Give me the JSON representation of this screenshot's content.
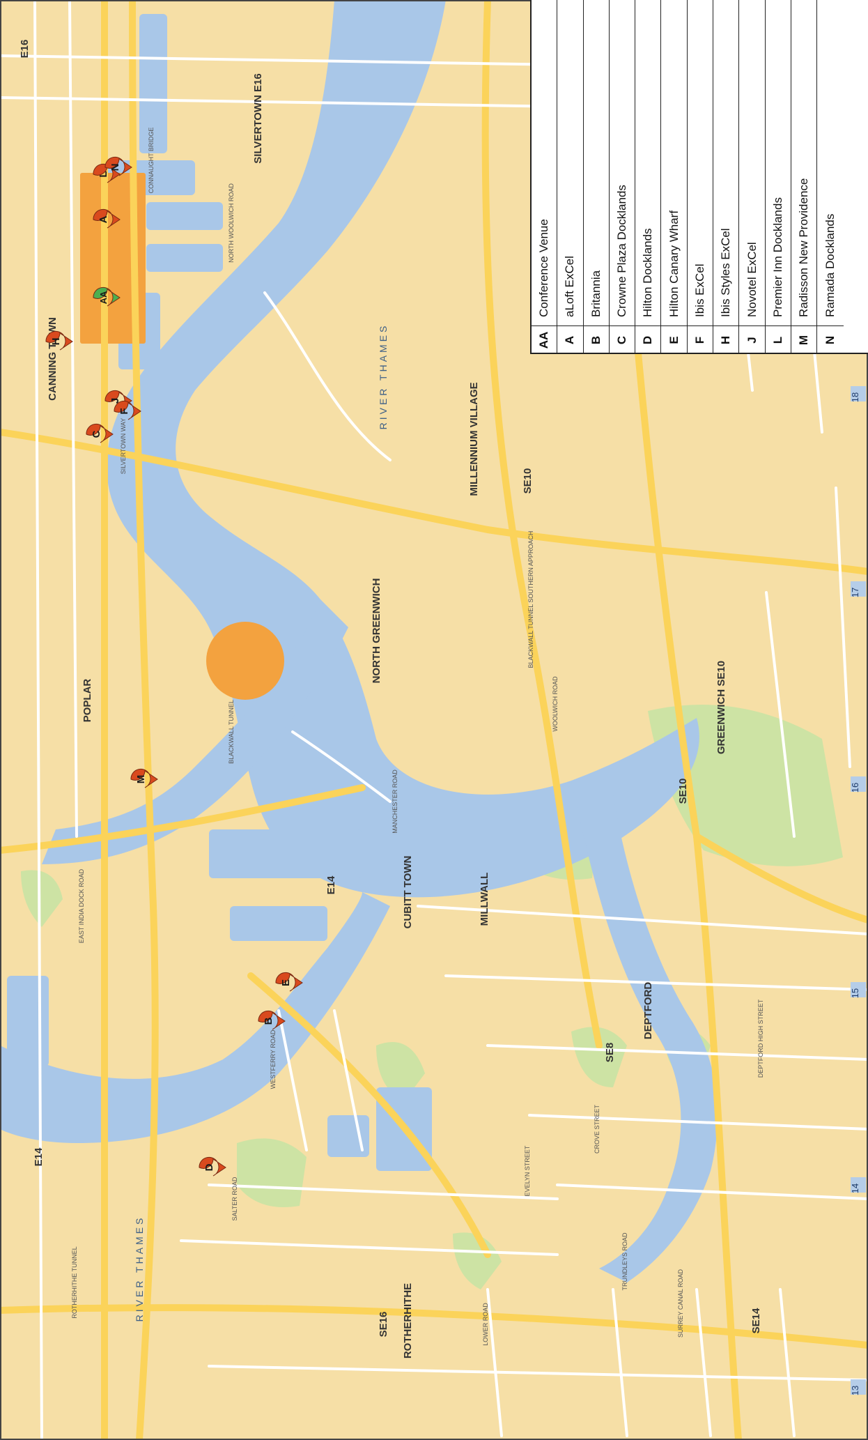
{
  "map": {
    "water_labels": [
      "RIVER THAMES",
      "RIVER THAMES"
    ],
    "district_labels": [
      {
        "name": "CANNING TOWN"
      },
      {
        "name": "SILVERTOWN E16"
      },
      {
        "name": "E16"
      },
      {
        "name": "POPLAR"
      },
      {
        "name": "E14"
      },
      {
        "name": "E14"
      },
      {
        "name": "CUBITT TOWN"
      },
      {
        "name": "MILLWALL"
      },
      {
        "name": "NORTH GREENWICH"
      },
      {
        "name": "MILLENNIUM VILLAGE"
      },
      {
        "name": "SE10"
      },
      {
        "name": "GREENWICH SE10"
      },
      {
        "name": "SE10"
      },
      {
        "name": "DEPTFORD"
      },
      {
        "name": "SE8"
      },
      {
        "name": "SE16"
      },
      {
        "name": "ROTHERHITHE"
      },
      {
        "name": "SE14"
      }
    ],
    "road_labels": [
      "SILVERTOWN WAY",
      "BLACKWALL TUNNEL",
      "WESTFERRY ROAD",
      "MANCHESTER ROAD",
      "SALTER ROAD",
      "EAST INDIA DOCK ROAD",
      "NORTH WOOLWICH ROAD",
      "LOWER ROAD",
      "EVELYN STREET",
      "DEPTFORD HIGH STREET",
      "CONNAUGHT BRIDGE",
      "ROTHERHITHE TUNNEL",
      "BLACKWALL TUNNEL SOUTHERN APPROACH",
      "WOOLWICH ROAD",
      "TRUNDLEYS ROAD",
      "SURREY CANAL ROAD",
      "CROVE STREET"
    ],
    "grid_numbers": [
      "13",
      "14",
      "15",
      "16",
      "17",
      "18"
    ],
    "markers": [
      {
        "code": "AA",
        "color": "#4caf50"
      },
      {
        "code": "A",
        "color": "#d94a1e"
      },
      {
        "code": "L",
        "color": "#d94a1e"
      },
      {
        "code": "N",
        "color": "#d94a1e"
      },
      {
        "code": "H",
        "color": "#d94a1e"
      },
      {
        "code": "J",
        "color": "#d94a1e"
      },
      {
        "code": "F",
        "color": "#d94a1e"
      },
      {
        "code": "C",
        "color": "#d94a1e"
      },
      {
        "code": "M",
        "color": "#d94a1e"
      },
      {
        "code": "E",
        "color": "#d94a1e"
      },
      {
        "code": "B",
        "color": "#d94a1e"
      },
      {
        "code": "D",
        "color": "#d94a1e"
      }
    ],
    "colors": {
      "land": "#f6dfa6",
      "water": "#a9c7e8",
      "major_road": "#fbd35a",
      "minor_road": "#ffffff",
      "park": "#cde3a4",
      "venue": "#f3a23f"
    }
  },
  "legend": {
    "rows": [
      {
        "code": "AA",
        "name": "Conference Venue"
      },
      {
        "code": "A",
        "name": "aLoft ExCel"
      },
      {
        "code": "B",
        "name": "Britannia"
      },
      {
        "code": "C",
        "name": "Crowne Plaza Docklands"
      },
      {
        "code": "D",
        "name": "Hilton Docklands"
      },
      {
        "code": "E",
        "name": "Hilton Canary Wharf"
      },
      {
        "code": "F",
        "name": "Ibis ExCel"
      },
      {
        "code": "H",
        "name": "Ibis Styles ExCel"
      },
      {
        "code": "J",
        "name": "Novotel ExCel"
      },
      {
        "code": "L",
        "name": "Premier Inn Docklands"
      },
      {
        "code": "M",
        "name": "Radisson New Providence"
      },
      {
        "code": "N",
        "name": "Ramada Docklands"
      }
    ]
  }
}
